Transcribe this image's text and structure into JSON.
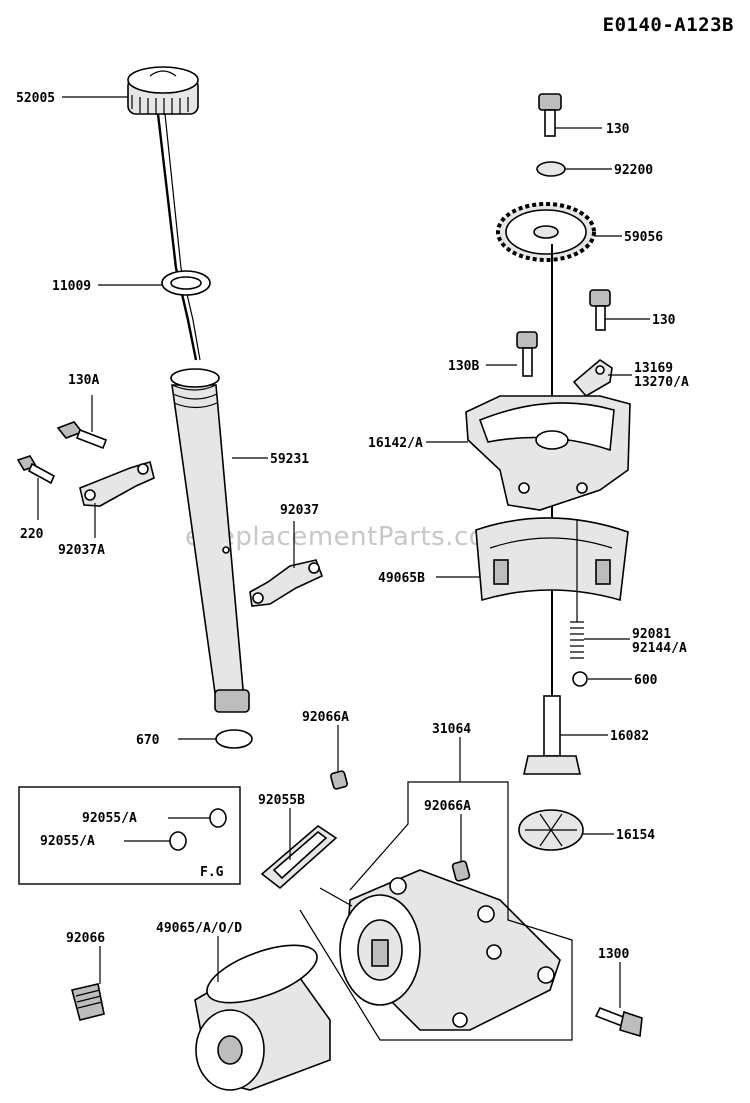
{
  "diagram_code": "E0140-A123B",
  "watermark": "eReplacementParts.com",
  "inset_label": "F.G",
  "parts": {
    "p52005": "52005",
    "p11009": "11009",
    "p130A": "130A",
    "p220": "220",
    "p92037A": "92037A",
    "p59231": "59231",
    "p92037": "92037",
    "p670": "670",
    "p130_top": "130",
    "p92200": "92200",
    "p59056": "59056",
    "p130_mid": "130",
    "p130B": "130B",
    "p13169": "13169",
    "p13270A": "13270/A",
    "p16142A": "16142/A",
    "p49065B": "49065B",
    "p92081": "92081",
    "p92144A": "92144/A",
    "p600": "600",
    "p16082": "16082",
    "p16154": "16154",
    "p92066A_left": "92066A",
    "p31064": "31064",
    "p92066A_right": "92066A",
    "p92055B": "92055B",
    "p92055A_1": "92055/A",
    "p92055A_2": "92055/A",
    "p92066": "92066",
    "p49065AOD": "49065/A/O/D",
    "p1300": "1300"
  }
}
